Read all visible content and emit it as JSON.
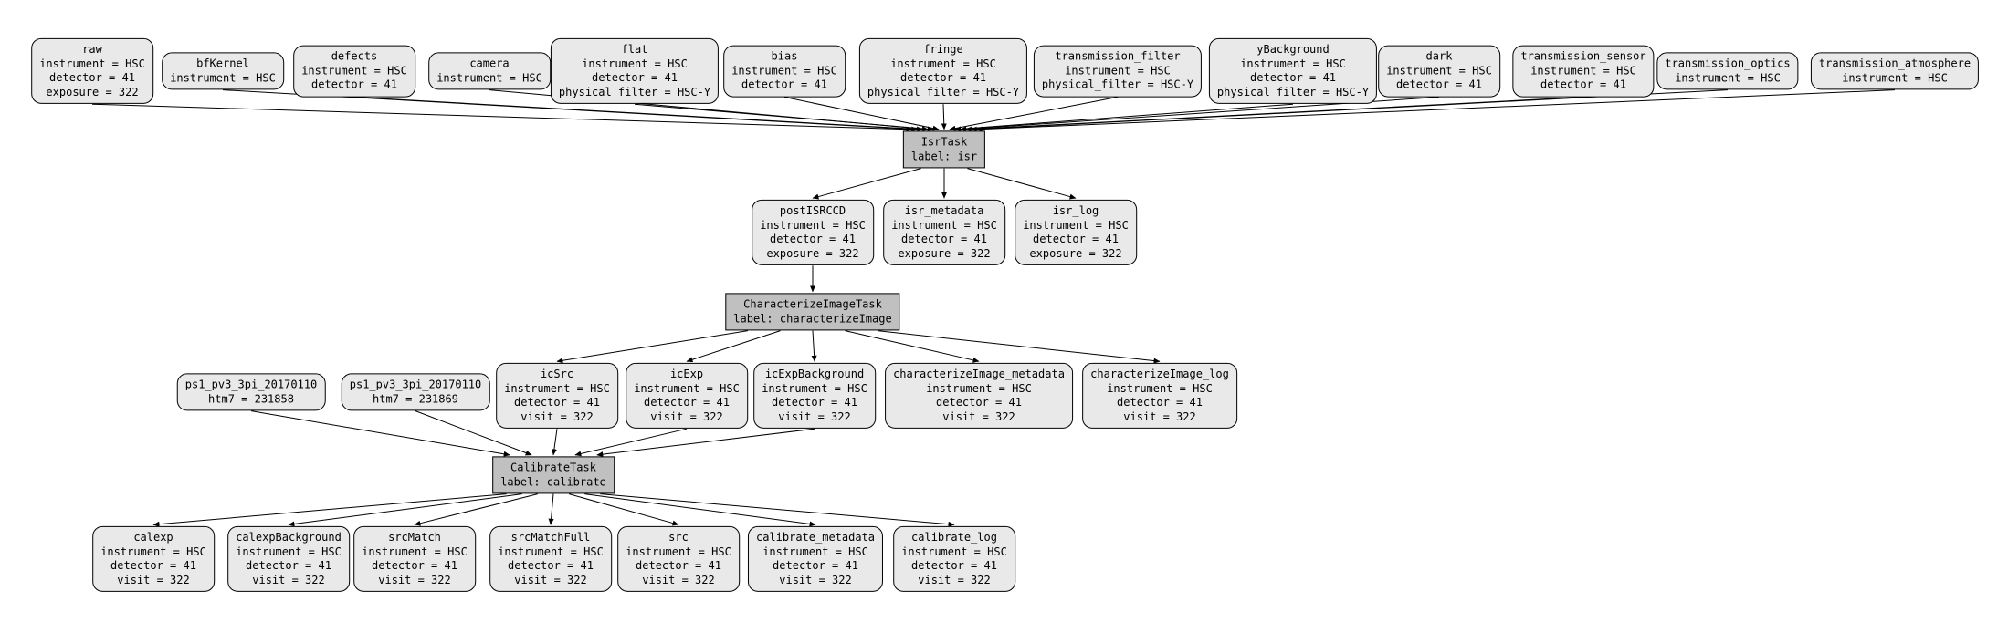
{
  "diagram": {
    "title": "pipeline quantum graph",
    "colors": {
      "dataset_fill": "#e9e9e9",
      "task_fill": "#c0c0c0",
      "border": "#000000",
      "edge": "#000000",
      "background": "#ffffff"
    },
    "nodes": {
      "raw": {
        "kind": "dataset",
        "lines": [
          "raw",
          "instrument = HSC",
          "detector = 41",
          "exposure = 322"
        ]
      },
      "bfKernel": {
        "kind": "dataset",
        "lines": [
          "bfKernel",
          "instrument = HSC"
        ]
      },
      "defects": {
        "kind": "dataset",
        "lines": [
          "defects",
          "instrument = HSC",
          "detector = 41"
        ]
      },
      "camera": {
        "kind": "dataset",
        "lines": [
          "camera",
          "instrument = HSC"
        ]
      },
      "flat": {
        "kind": "dataset",
        "lines": [
          "flat",
          "instrument = HSC",
          "detector = 41",
          "physical_filter = HSC-Y"
        ]
      },
      "bias": {
        "kind": "dataset",
        "lines": [
          "bias",
          "instrument = HSC",
          "detector = 41"
        ]
      },
      "fringe": {
        "kind": "dataset",
        "lines": [
          "fringe",
          "instrument = HSC",
          "detector = 41",
          "physical_filter = HSC-Y"
        ]
      },
      "transmission_filter": {
        "kind": "dataset",
        "lines": [
          "transmission_filter",
          "instrument = HSC",
          "physical_filter = HSC-Y"
        ]
      },
      "yBackground": {
        "kind": "dataset",
        "lines": [
          "yBackground",
          "instrument = HSC",
          "detector = 41",
          "physical_filter = HSC-Y"
        ]
      },
      "dark": {
        "kind": "dataset",
        "lines": [
          "dark",
          "instrument = HSC",
          "detector = 41"
        ]
      },
      "transmission_sensor": {
        "kind": "dataset",
        "lines": [
          "transmission_sensor",
          "instrument = HSC",
          "detector = 41"
        ]
      },
      "transmission_optics": {
        "kind": "dataset",
        "lines": [
          "transmission_optics",
          "instrument = HSC"
        ]
      },
      "transmission_atmosphere": {
        "kind": "dataset",
        "lines": [
          "transmission_atmosphere",
          "instrument = HSC"
        ]
      },
      "isr": {
        "kind": "task",
        "lines": [
          "IsrTask",
          "label: isr"
        ]
      },
      "postISRCCD": {
        "kind": "dataset",
        "lines": [
          "postISRCCD",
          "instrument = HSC",
          "detector = 41",
          "exposure = 322"
        ]
      },
      "isr_metadata": {
        "kind": "dataset",
        "lines": [
          "isr_metadata",
          "instrument = HSC",
          "detector = 41",
          "exposure = 322"
        ]
      },
      "isr_log": {
        "kind": "dataset",
        "lines": [
          "isr_log",
          "instrument = HSC",
          "detector = 41",
          "exposure = 322"
        ]
      },
      "characterizeImage": {
        "kind": "task",
        "lines": [
          "CharacterizeImageTask",
          "label: characterizeImage"
        ]
      },
      "ps1_a": {
        "kind": "dataset",
        "lines": [
          "ps1_pv3_3pi_20170110",
          "htm7 = 231858"
        ]
      },
      "ps1_b": {
        "kind": "dataset",
        "lines": [
          "ps1_pv3_3pi_20170110",
          "htm7 = 231869"
        ]
      },
      "icSrc": {
        "kind": "dataset",
        "lines": [
          "icSrc",
          "instrument = HSC",
          "detector = 41",
          "visit = 322"
        ]
      },
      "icExp": {
        "kind": "dataset",
        "lines": [
          "icExp",
          "instrument = HSC",
          "detector = 41",
          "visit = 322"
        ]
      },
      "icExpBackground": {
        "kind": "dataset",
        "lines": [
          "icExpBackground",
          "instrument = HSC",
          "detector = 41",
          "visit = 322"
        ]
      },
      "characterizeImage_metadata": {
        "kind": "dataset",
        "lines": [
          "characterizeImage_metadata",
          "instrument = HSC",
          "detector = 41",
          "visit = 322"
        ]
      },
      "characterizeImage_log": {
        "kind": "dataset",
        "lines": [
          "characterizeImage_log",
          "instrument = HSC",
          "detector = 41",
          "visit = 322"
        ]
      },
      "calibrate": {
        "kind": "task",
        "lines": [
          "CalibrateTask",
          "label: calibrate"
        ]
      },
      "calexp": {
        "kind": "dataset",
        "lines": [
          "calexp",
          "instrument = HSC",
          "detector = 41",
          "visit = 322"
        ]
      },
      "calexpBackground": {
        "kind": "dataset",
        "lines": [
          "calexpBackground",
          "instrument = HSC",
          "detector = 41",
          "visit = 322"
        ]
      },
      "srcMatch": {
        "kind": "dataset",
        "lines": [
          "srcMatch",
          "instrument = HSC",
          "detector = 41",
          "visit = 322"
        ]
      },
      "srcMatchFull": {
        "kind": "dataset",
        "lines": [
          "srcMatchFull",
          "instrument = HSC",
          "detector = 41",
          "visit = 322"
        ]
      },
      "src": {
        "kind": "dataset",
        "lines": [
          "src",
          "instrument = HSC",
          "detector = 41",
          "visit = 322"
        ]
      },
      "calibrate_metadata": {
        "kind": "dataset",
        "lines": [
          "calibrate_metadata",
          "instrument = HSC",
          "detector = 41",
          "visit = 322"
        ]
      },
      "calibrate_log": {
        "kind": "dataset",
        "lines": [
          "calibrate_log",
          "instrument = HSC",
          "detector = 41",
          "visit = 322"
        ]
      }
    },
    "edges": [
      [
        "raw",
        "isr"
      ],
      [
        "bfKernel",
        "isr"
      ],
      [
        "defects",
        "isr"
      ],
      [
        "camera",
        "isr"
      ],
      [
        "flat",
        "isr"
      ],
      [
        "bias",
        "isr"
      ],
      [
        "fringe",
        "isr"
      ],
      [
        "transmission_filter",
        "isr"
      ],
      [
        "yBackground",
        "isr"
      ],
      [
        "dark",
        "isr"
      ],
      [
        "transmission_sensor",
        "isr"
      ],
      [
        "transmission_optics",
        "isr"
      ],
      [
        "transmission_atmosphere",
        "isr"
      ],
      [
        "isr",
        "postISRCCD"
      ],
      [
        "isr",
        "isr_metadata"
      ],
      [
        "isr",
        "isr_log"
      ],
      [
        "postISRCCD",
        "characterizeImage"
      ],
      [
        "characterizeImage",
        "icSrc"
      ],
      [
        "characterizeImage",
        "icExp"
      ],
      [
        "characterizeImage",
        "icExpBackground"
      ],
      [
        "characterizeImage",
        "characterizeImage_metadata"
      ],
      [
        "characterizeImage",
        "characterizeImage_log"
      ],
      [
        "ps1_a",
        "calibrate"
      ],
      [
        "ps1_b",
        "calibrate"
      ],
      [
        "icSrc",
        "calibrate"
      ],
      [
        "icExp",
        "calibrate"
      ],
      [
        "icExpBackground",
        "calibrate"
      ],
      [
        "calibrate",
        "calexp"
      ],
      [
        "calibrate",
        "calexpBackground"
      ],
      [
        "calibrate",
        "srcMatch"
      ],
      [
        "calibrate",
        "srcMatchFull"
      ],
      [
        "calibrate",
        "src"
      ],
      [
        "calibrate",
        "calibrate_metadata"
      ],
      [
        "calibrate",
        "calibrate_log"
      ]
    ]
  }
}
